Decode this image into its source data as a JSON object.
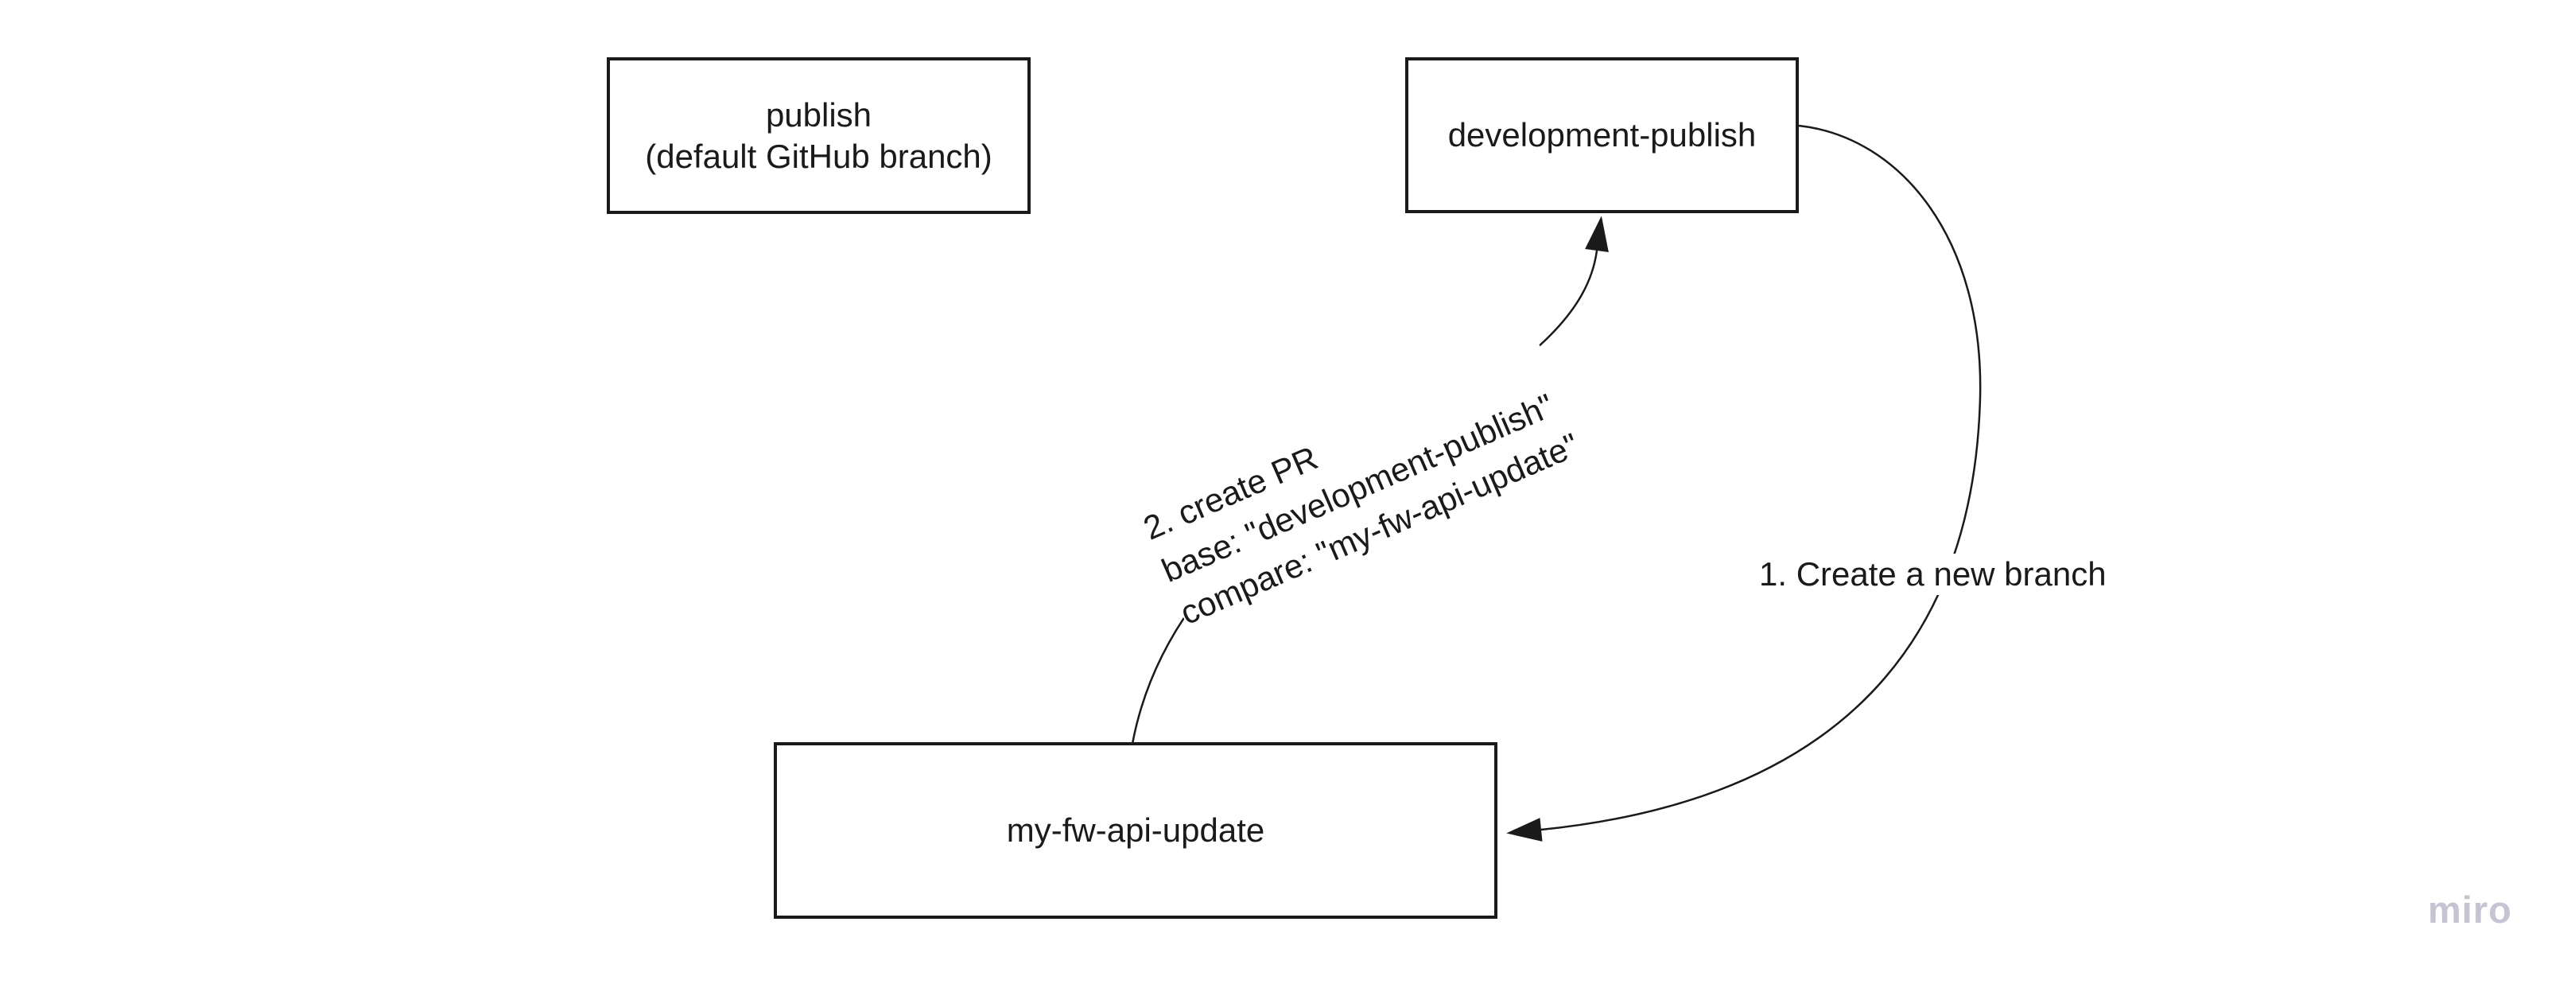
{
  "canvas": {
    "background": "#ffffff",
    "stroke_color": "#1a1a1a",
    "text_color": "#1a1a1a"
  },
  "boxes": {
    "publish": {
      "line1": "publish",
      "line2": "(default GitHub branch)"
    },
    "development_publish": {
      "label": "development-publish"
    },
    "my_fw_api_update": {
      "label": "my-fw-api-update"
    }
  },
  "annotations": {
    "step1": {
      "text": "1. Create a new branch"
    },
    "step2": {
      "line1": "2. create PR",
      "line2": "base: \"development-publish\"",
      "line3": "compare: \"my-fw-api-update\"",
      "rotation_deg": -23.5
    }
  },
  "watermark": {
    "text": "miro",
    "color": "#c5c4d2"
  }
}
